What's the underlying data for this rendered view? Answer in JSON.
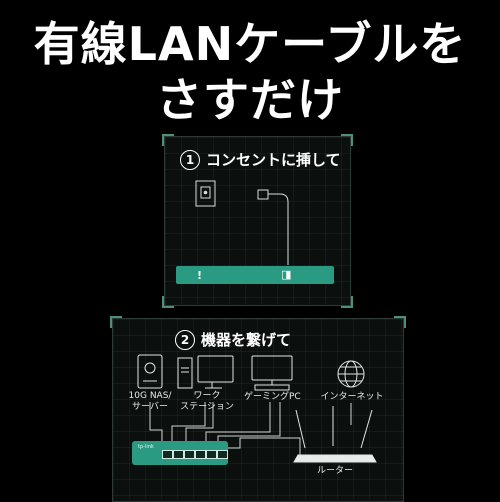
{
  "headline": {
    "line1": "有線LANケーブルを",
    "line2": "さすだけ"
  },
  "step1": {
    "number": "1",
    "label": "コンセントに挿して"
  },
  "step2": {
    "number": "2",
    "label": "機器を繋げて"
  },
  "devices": {
    "nas": "10G NAS/\nサーバー",
    "workstation": "ワーク\nステーション",
    "gaming_pc": "ゲーミングPC",
    "internet": "インターネット",
    "router": "ルーター"
  },
  "switch": {
    "logo": "tp-link",
    "port_count": 6
  },
  "colors": {
    "accent": "#2b9a82",
    "corner": "#4e8f7c",
    "background": "#000000"
  },
  "icons": [
    "power-outlet-icon",
    "power-adapter-icon",
    "nas-icon",
    "workstation-icon",
    "gaming-pc-icon",
    "globe-icon",
    "router-icon",
    "switch-icon"
  ]
}
